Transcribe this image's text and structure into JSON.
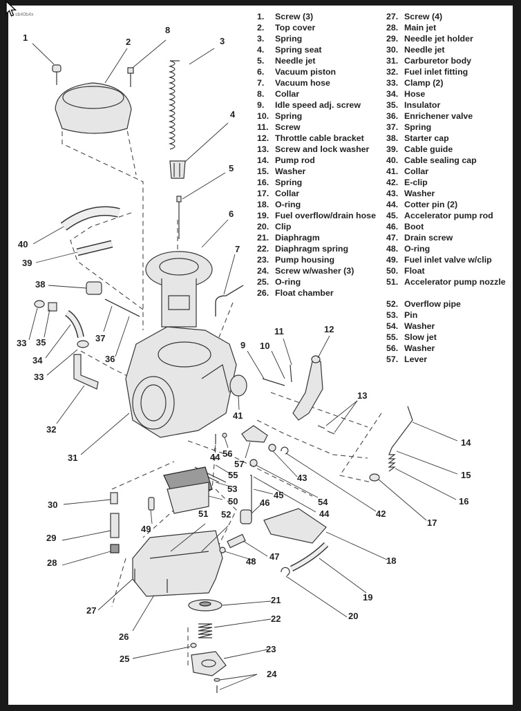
{
  "figure_id": "sb40b4x",
  "parts": [
    {
      "num": "1.",
      "name": "Screw (3)"
    },
    {
      "num": "2.",
      "name": "Top cover"
    },
    {
      "num": "3.",
      "name": "Spring"
    },
    {
      "num": "4.",
      "name": "Spring seat"
    },
    {
      "num": "5.",
      "name": "Needle jet"
    },
    {
      "num": "6.",
      "name": "Vacuum piston"
    },
    {
      "num": "7.",
      "name": "Vacuum hose"
    },
    {
      "num": "8.",
      "name": "Collar"
    },
    {
      "num": "9.",
      "name": "Idle speed adj. screw"
    },
    {
      "num": "10.",
      "name": "Spring"
    },
    {
      "num": "11.",
      "name": "Screw"
    },
    {
      "num": "12.",
      "name": "Throttle cable bracket"
    },
    {
      "num": "13.",
      "name": "Screw and lock washer"
    },
    {
      "num": "14.",
      "name": "Pump rod"
    },
    {
      "num": "15.",
      "name": "Washer"
    },
    {
      "num": "16.",
      "name": "Spring"
    },
    {
      "num": "17.",
      "name": "Collar"
    },
    {
      "num": "18.",
      "name": "O-ring"
    },
    {
      "num": "19.",
      "name": "Fuel overflow/drain hose"
    },
    {
      "num": "20.",
      "name": "Clip"
    },
    {
      "num": "21.",
      "name": "Diaphragm"
    },
    {
      "num": "22.",
      "name": "Diaphragm spring"
    },
    {
      "num": "23.",
      "name": "Pump housing"
    },
    {
      "num": "24.",
      "name": "Screw w/washer (3)"
    },
    {
      "num": "25.",
      "name": "O-ring"
    },
    {
      "num": "26.",
      "name": "Float chamber"
    },
    {
      "num": "27.",
      "name": "Screw (4)"
    },
    {
      "num": "28.",
      "name": "Main jet"
    },
    {
      "num": "29.",
      "name": "Needle jet holder"
    },
    {
      "num": "30.",
      "name": "Needle jet"
    },
    {
      "num": "31.",
      "name": "Carburetor body"
    },
    {
      "num": "32.",
      "name": "Fuel inlet fitting"
    },
    {
      "num": "33.",
      "name": "Clamp (2)"
    },
    {
      "num": "34.",
      "name": "Hose"
    },
    {
      "num": "35.",
      "name": "Insulator"
    },
    {
      "num": "36.",
      "name": "Enrichener valve"
    },
    {
      "num": "37.",
      "name": "Spring"
    },
    {
      "num": "38.",
      "name": "Starter cap"
    },
    {
      "num": "39.",
      "name": "Cable guide"
    },
    {
      "num": "40.",
      "name": "Cable sealing cap"
    },
    {
      "num": "41.",
      "name": "Collar"
    },
    {
      "num": "42.",
      "name": "E-clip"
    },
    {
      "num": "43.",
      "name": "Washer"
    },
    {
      "num": "44.",
      "name": "Cotter pin (2)"
    },
    {
      "num": "45.",
      "name": "Accelerator pump rod"
    },
    {
      "num": "46.",
      "name": "Boot"
    },
    {
      "num": "47.",
      "name": "Drain screw"
    },
    {
      "num": "48.",
      "name": "O-ring"
    },
    {
      "num": "49.",
      "name": "Fuel inlet valve w/clip"
    },
    {
      "num": "50.",
      "name": "Float"
    },
    {
      "num": "51.",
      "name": "Accelerator pump nozzle"
    },
    {
      "num": "52.",
      "name": "Overflow pipe"
    },
    {
      "num": "53.",
      "name": "Pin"
    },
    {
      "num": "54.",
      "name": "Washer"
    },
    {
      "num": "55.",
      "name": "Slow jet"
    },
    {
      "num": "56.",
      "name": "Washer"
    },
    {
      "num": "57.",
      "name": "Lever"
    }
  ],
  "callouts": [
    "1",
    "2",
    "8",
    "3",
    "4",
    "5",
    "6",
    "7",
    "40",
    "39",
    "38",
    "33",
    "35",
    "37",
    "34",
    "36",
    "33",
    "32",
    "31",
    "9",
    "10",
    "11",
    "12",
    "13",
    "41",
    "14",
    "56",
    "44",
    "15",
    "57",
    "16",
    "43",
    "55",
    "17",
    "53",
    "54",
    "30",
    "45",
    "50",
    "46",
    "42",
    "44",
    "49",
    "51",
    "52",
    "29",
    "47",
    "48",
    "18",
    "28",
    "19",
    "27",
    "21",
    "26",
    "20",
    "22",
    "25",
    "23",
    "24"
  ]
}
